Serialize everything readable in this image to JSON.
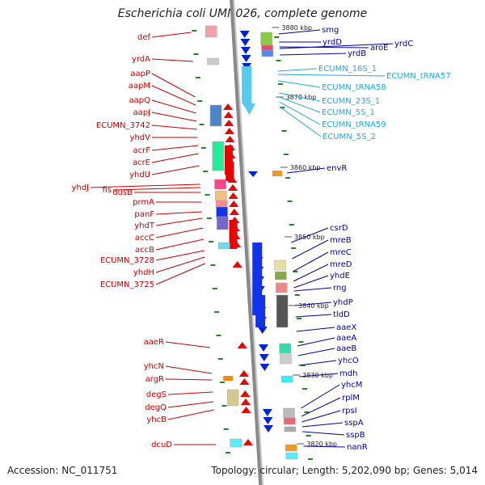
{
  "title": "Escherichia coli UMN026, complete genome",
  "footer": {
    "accession": "Accession: NC_011751",
    "summary": "Topology: circular; Length: 5,202,090 bp; Genes: 5,014"
  },
  "colors": {
    "left_label": "#cc0000",
    "right_label": "#0000aa",
    "rna_label": "#22aadd",
    "backbone": "#888888",
    "tick": "#228822"
  },
  "scale_labels": [
    "3880 kbp",
    "3870 kbp",
    "3860 kbp",
    "3850 kbp",
    "3840 kbp",
    "3830 kbp",
    "3820 kbp"
  ],
  "left_genes": [
    "def",
    "yrdA",
    "aapP",
    "aapM",
    "aapQ",
    "aapJ",
    "ECUMN_3742",
    "yhdV",
    "acrF",
    "acrE",
    "yhdU",
    "yhdJ",
    "fis",
    "dusB",
    "prmA",
    "panF",
    "yhdT",
    "accC",
    "accB",
    "ECUMN_3728",
    "yhdH",
    "ECUMN_3725",
    "aaeR",
    "yhcN",
    "argR",
    "degS",
    "degQ",
    "yhcB",
    "dcuD"
  ],
  "right_genes": [
    "smg",
    "yrdD",
    "aroE",
    "yrdC",
    "yrdB",
    "envR",
    "csrD",
    "mreB",
    "mreC",
    "mreD",
    "yhdE",
    "rng",
    "yhdP",
    "tldD",
    "aaeX",
    "aaeA",
    "aaeB",
    "yhcO",
    "mdh",
    "yhcM",
    "rplM",
    "rpsI",
    "sspA",
    "sspB",
    "nanR"
  ],
  "rna_genes": [
    "ECUMN_16S_1",
    "ECUMN_tRNA57",
    "ECUMN_tRNA58",
    "ECUMN_23S_1",
    "ECUMN_5S_1",
    "ECUMN_tRNA59",
    "ECUMN_5S_2"
  ]
}
